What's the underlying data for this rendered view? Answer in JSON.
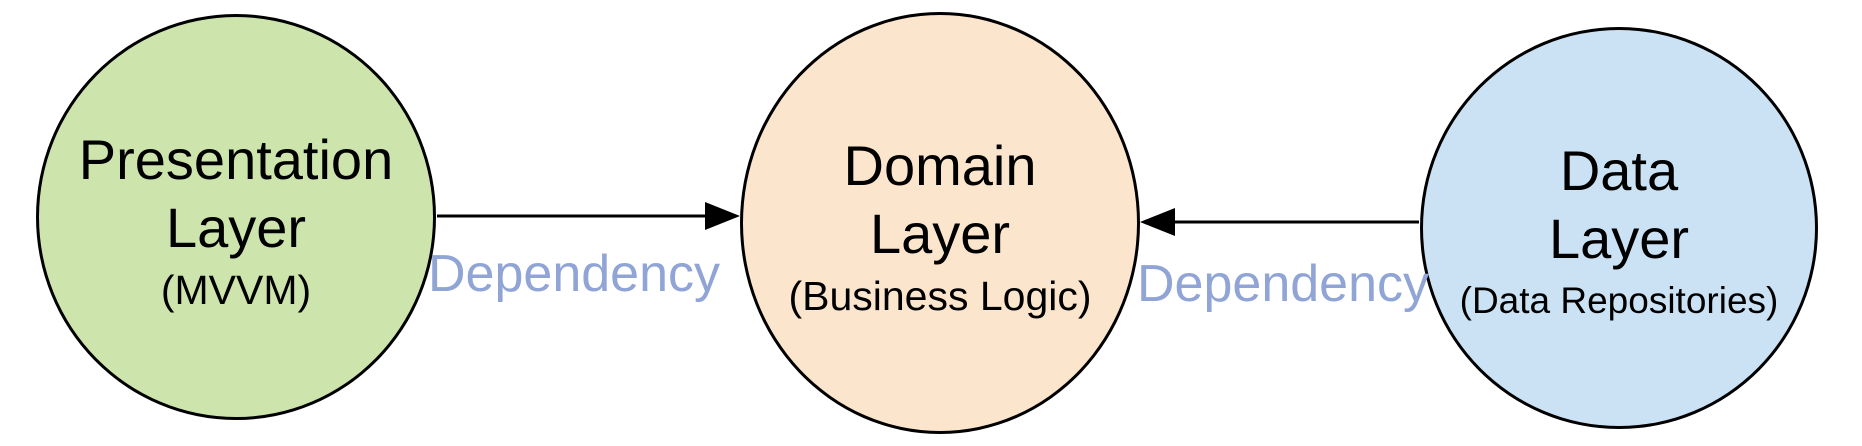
{
  "diagram": {
    "type": "architecture-layer-diagram",
    "nodes": [
      {
        "id": "presentation-layer",
        "title_line1": "Presentation",
        "title_line2": "Layer",
        "subtitle": "(MVVM)",
        "fill": "#cde5ad",
        "shape": "ellipse"
      },
      {
        "id": "domain-layer",
        "title_line1": "Domain",
        "title_line2": "Layer",
        "subtitle": "(Business Logic)",
        "fill": "#fce5cd",
        "shape": "ellipse"
      },
      {
        "id": "data-layer",
        "title_line1": "Data",
        "title_line2": "Layer",
        "subtitle": "(Data Repositories)",
        "fill": "#cbe2f4",
        "shape": "ellipse"
      }
    ],
    "edges": [
      {
        "from": "presentation-layer",
        "to": "domain-layer",
        "label": "Dependency",
        "direction": "right"
      },
      {
        "from": "data-layer",
        "to": "domain-layer",
        "label": "Dependency",
        "direction": "left"
      }
    ],
    "colors": {
      "edge_label": "#90a4d6",
      "arrow_stroke": "#000000",
      "node_border": "#000000",
      "node_text": "#000000",
      "background": "#ffffff"
    }
  }
}
